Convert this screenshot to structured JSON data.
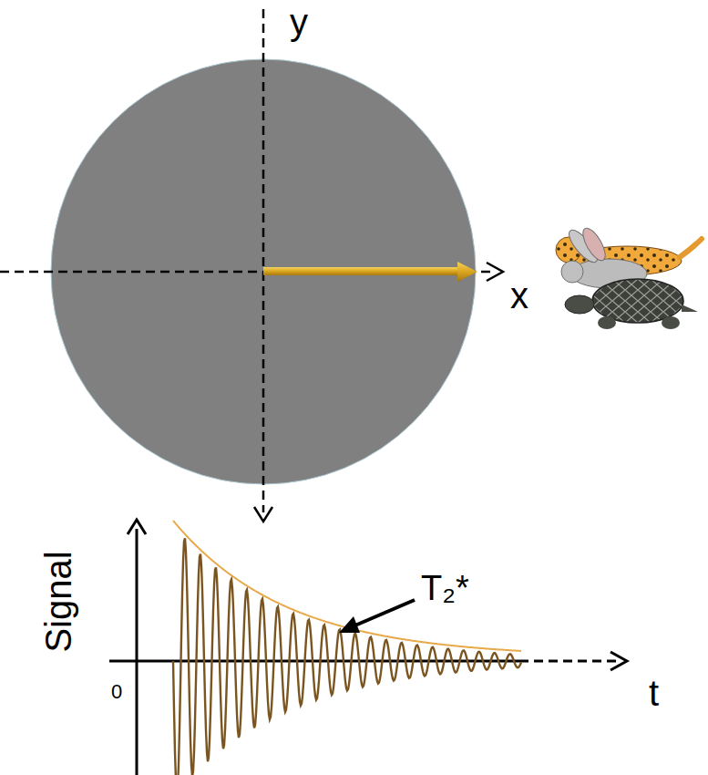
{
  "diagram": {
    "labels": [
      "y",
      "x",
      "Signal",
      "0",
      "t",
      "T₂*"
    ]
  }
}
